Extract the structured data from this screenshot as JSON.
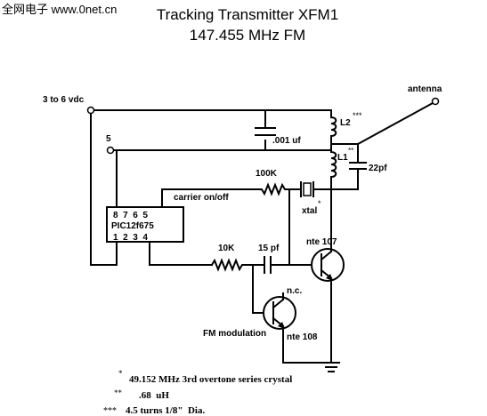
{
  "watermark": "全网电子 www.0net.cn",
  "title": "Tracking Transmitter XFM1",
  "subtitle": "147.455 MHz  FM",
  "labels": {
    "supply": "3 to 6 vdc",
    "pin5": "5",
    "antenna": "antenna",
    "l2": "L2",
    "l2_mark": "***",
    "l1": "L1",
    "l1_mark": "**",
    "cap_001": ".001 uf",
    "cap_22pf": "22pf",
    "r_100k": "100K",
    "carrier": "carrier on/off",
    "xtal": "xtal",
    "xtal_mark": "*",
    "chip_pins_top": "8  7  6  5",
    "chip_name": "PIC12f675",
    "chip_pins_bottom": "1  2  3  4",
    "r_10k": "10K",
    "cap_15pf": "15 pf",
    "nte107": "nte 107",
    "nc": "n.c.",
    "fm_mod": "FM modulation",
    "nte108": "nte 108"
  },
  "notes": [
    {
      "mark": "*",
      "text": "49.152 MHz 3rd overtone series crystal"
    },
    {
      "mark": "**",
      "text": ".68  uH"
    },
    {
      "mark": "***",
      "text": "4.5 turns 1/8\"  Dia."
    }
  ]
}
